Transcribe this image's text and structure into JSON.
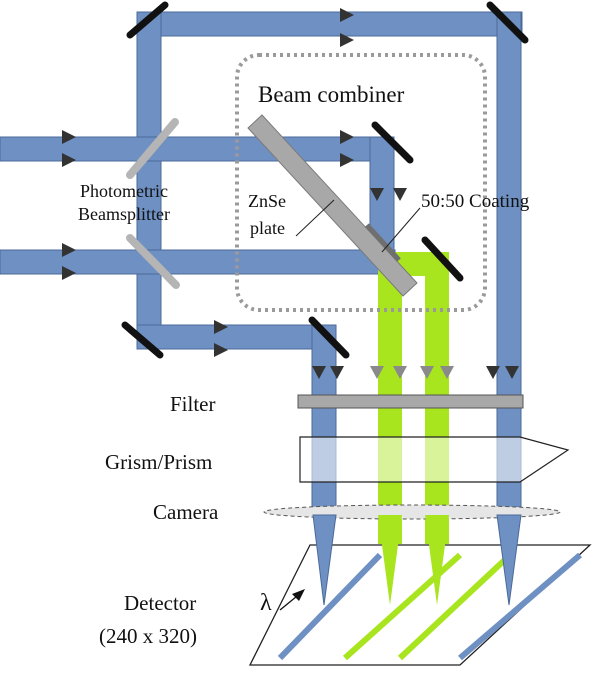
{
  "labels": {
    "beam_combiner": "Beam combiner",
    "photometric_line1": "Photometric",
    "photometric_line2": "Beamsplitter",
    "znse_line1": "ZnSe",
    "znse_line2": "plate",
    "coating": "50:50 Coating",
    "filter": "Filter",
    "grism": "Grism/Prism",
    "camera": "Camera",
    "detector_line1": "Detector",
    "detector_line2": "(240 x 320)",
    "lambda": "λ"
  },
  "colors": {
    "beam_blue": "#6f90c2",
    "beam_green": "#a9e51e",
    "mirror": "#111111",
    "splitter": "#b5b5b5",
    "filter": "#a8a8a8",
    "dotted_box": "#9a9a9a"
  }
}
